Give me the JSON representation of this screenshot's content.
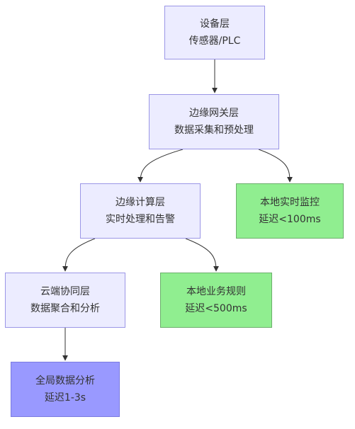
{
  "nodes": {
    "device": {
      "line1": "设备层",
      "line2": "传感器/PLC"
    },
    "edge_gateway": {
      "line1": "边缘网关层",
      "line2": "数据采集和预处理"
    },
    "edge_compute": {
      "line1": "边缘计算层",
      "line2": "实时处理和告警"
    },
    "local_monitor": {
      "line1": "本地实时监控",
      "line2": "延迟<100ms"
    },
    "cloud": {
      "line1": "云端协同层",
      "line2": "数据聚合和分析"
    },
    "local_rules": {
      "line1": "本地业务规则",
      "line2": "延迟<500ms"
    },
    "global_analysis": {
      "line1": "全局数据分析",
      "line2": "延迟1-3s"
    }
  },
  "edges": [
    {
      "from": "device",
      "to": "edge_gateway"
    },
    {
      "from": "edge_gateway",
      "to": "edge_compute"
    },
    {
      "from": "edge_gateway",
      "to": "local_monitor"
    },
    {
      "from": "edge_compute",
      "to": "cloud"
    },
    {
      "from": "edge_compute",
      "to": "local_rules"
    },
    {
      "from": "cloud",
      "to": "global_analysis"
    }
  ],
  "colors": {
    "layer_fill": "#ececff",
    "latency_fast_fill": "#90ee90",
    "latency_slow_fill": "#9999ff",
    "node_border": "#9b96e6",
    "edge_stroke": "#333333"
  }
}
